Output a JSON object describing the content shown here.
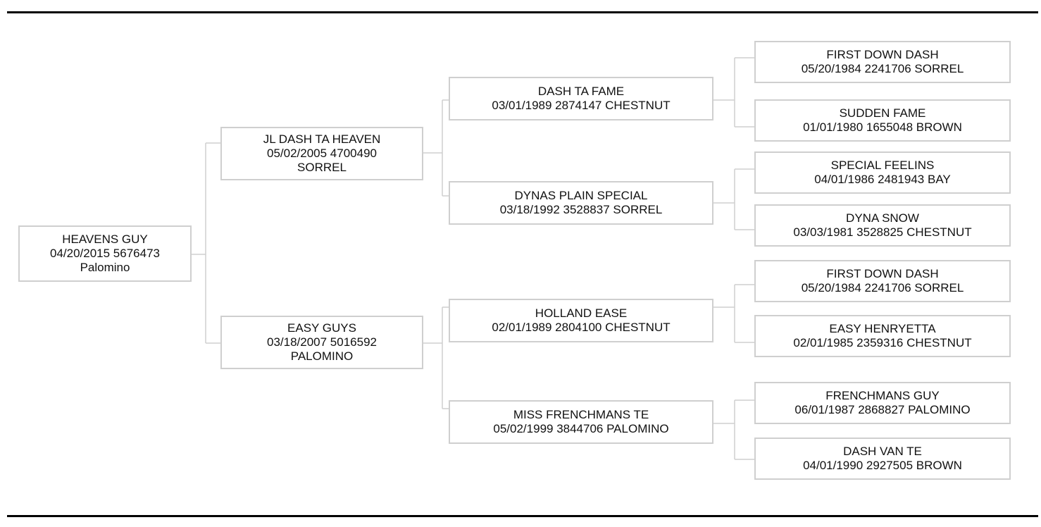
{
  "generations": [
    [
      {
        "name": "HEAVENS GUY",
        "details": "04/20/2015 5676473 Palomino"
      }
    ],
    [
      {
        "name": "JL DASH TA HEAVEN",
        "details": "05/02/2005 4700490 SORREL"
      },
      {
        "name": "EASY GUYS",
        "details": "03/18/2007 5016592 PALOMINO"
      }
    ],
    [
      {
        "name": "DASH TA FAME",
        "details": "03/01/1989 2874147 CHESTNUT"
      },
      {
        "name": "DYNAS PLAIN SPECIAL",
        "details": "03/18/1992 3528837 SORREL"
      },
      {
        "name": "HOLLAND EASE",
        "details": "02/01/1989 2804100 CHESTNUT"
      },
      {
        "name": "MISS FRENCHMANS TE",
        "details": "05/02/1999 3844706 PALOMINO"
      }
    ],
    [
      {
        "name": "FIRST DOWN DASH",
        "details": "05/20/1984 2241706 SORREL"
      },
      {
        "name": "SUDDEN FAME",
        "details": "01/01/1980 1655048 BROWN"
      },
      {
        "name": "SPECIAL FEELINS",
        "details": "04/01/1986 2481943 BAY"
      },
      {
        "name": "DYNA SNOW",
        "details": "03/03/1981 3528825 CHESTNUT"
      },
      {
        "name": "FIRST DOWN DASH",
        "details": "05/20/1984 2241706 SORREL"
      },
      {
        "name": "EASY HENRYETTA",
        "details": "02/01/1985 2359316 CHESTNUT"
      },
      {
        "name": "FRENCHMANS GUY",
        "details": "06/01/1987 2868827 PALOMINO"
      },
      {
        "name": "DASH VAN TE",
        "details": "04/01/1990 2927505 BROWN"
      }
    ]
  ]
}
